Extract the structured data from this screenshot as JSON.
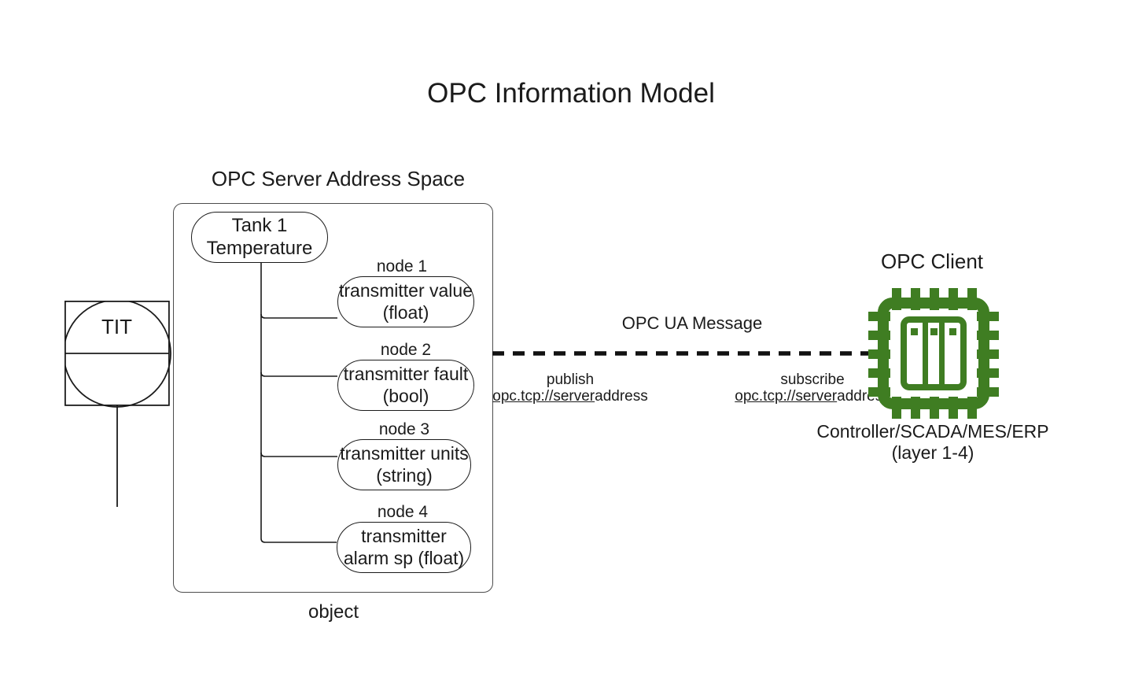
{
  "diagram": {
    "title": "OPC Information Model",
    "type": "architecture-diagram"
  },
  "field_device": {
    "tag_label": "TIT",
    "symbol_name": "temperature-indicating-transmitter"
  },
  "server": {
    "section_title": "OPC Server Address Space",
    "footer_label": "object",
    "root_node": {
      "line1": "Tank 1",
      "line2": "Temperature",
      "text": "Tank 1\nTemperature"
    },
    "nodes": [
      {
        "tag": "node 1",
        "line1": "transmitter",
        "line2": "value (float)",
        "text": "transmitter\nvalue (float)"
      },
      {
        "tag": "node 2",
        "line1": "transmitter",
        "line2": "fault (bool)",
        "text": "transmitter\nfault (bool)"
      },
      {
        "tag": "node 3",
        "line1": "transmitter",
        "line2": "units (string)",
        "text": "transmitter\nunits (string)"
      },
      {
        "tag": "node 4",
        "line1": "transmitter",
        "line2": "alarm sp (float)",
        "text": "transmitter\nalarm sp (float)"
      }
    ]
  },
  "link": {
    "message_label": "OPC UA Message",
    "publish": {
      "action": "publish",
      "url_underlined": "opc.tcp://server",
      "url_plain": "address",
      "full": "opc.tcp://serveraddress"
    },
    "subscribe": {
      "action": "subscribe",
      "url_underlined": "opc.tcp://server",
      "url_plain": "address",
      "full": "opc.tcp://serveraddress"
    },
    "line_style": "dashed"
  },
  "client": {
    "title": "OPC Client",
    "icon": "cpu-chip-icon",
    "subtitle_line1": "Controller/SCADA/MES/ERP",
    "subtitle_line2": "(layer 1-4)"
  },
  "colors": {
    "background": "#ffffff",
    "text": "#1b1b1b",
    "stroke": "#1b1b1b",
    "container_stroke": "#4d4d4d",
    "chip_green": "#3f7d22"
  }
}
